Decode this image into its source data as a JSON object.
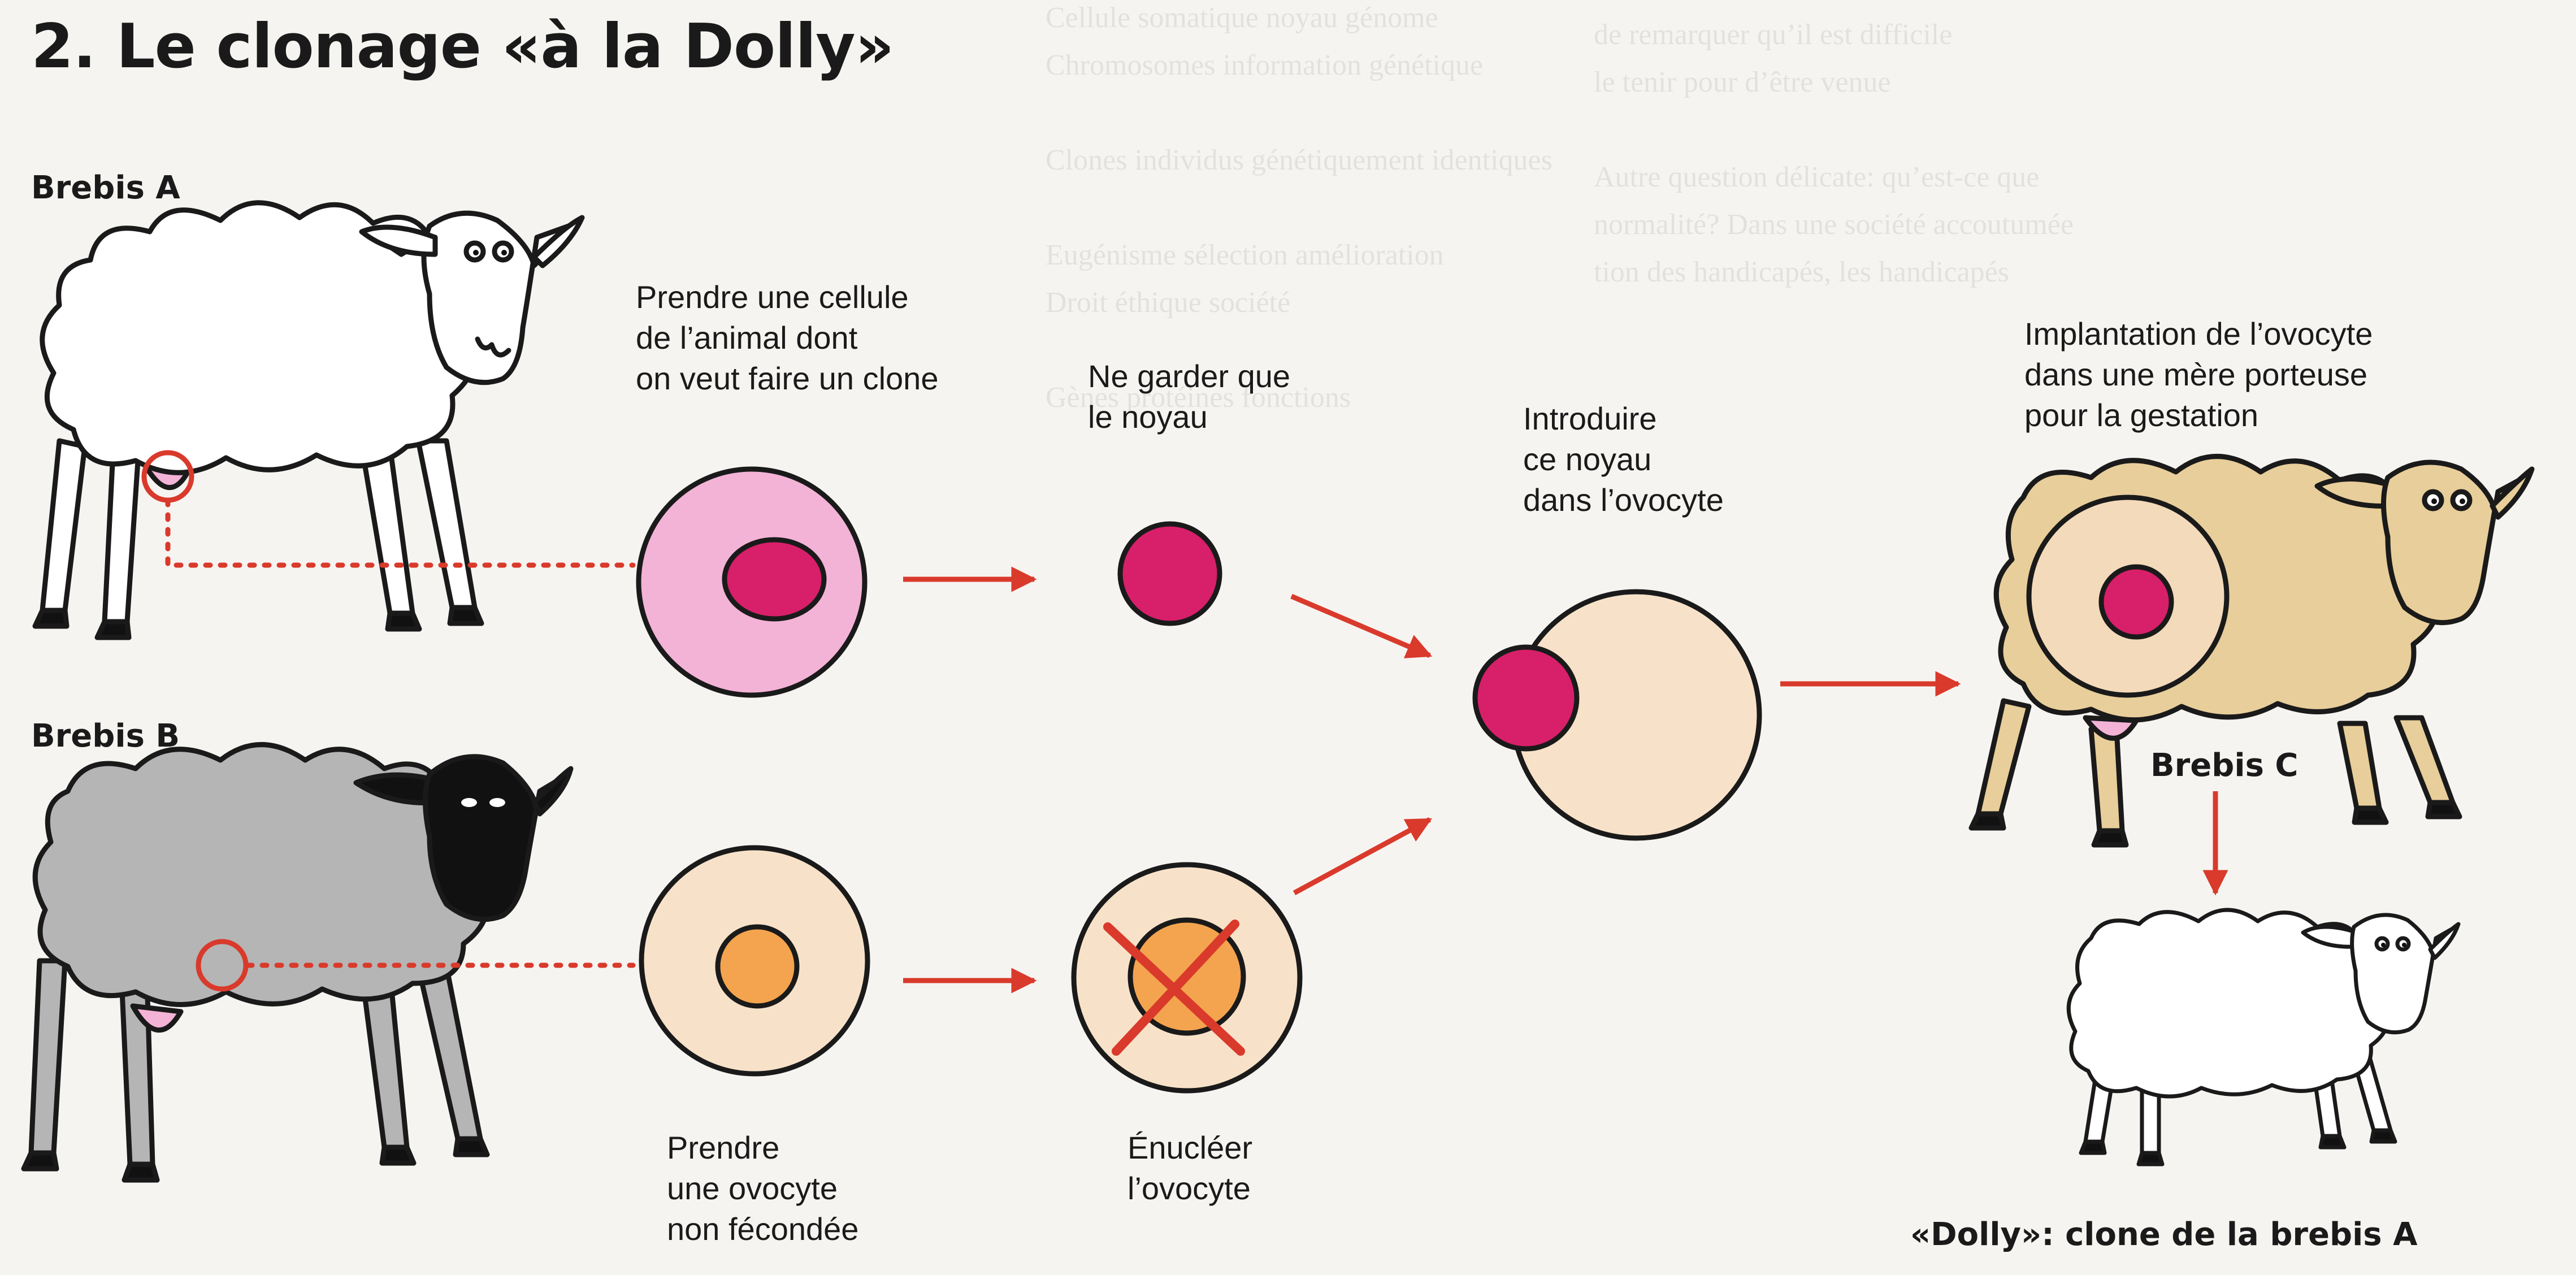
{
  "title": "2. Le clonage «à la Dolly»",
  "labels": {
    "brebis_a": "Brebis A",
    "brebis_b": "Brebis B",
    "brebis_c": "Brebis C",
    "dolly": "«Dolly»: clone de la brebis A"
  },
  "steps": {
    "prendre_cellule": "Prendre une cellule\nde l’animal dont\non veut faire un clone",
    "garder_noyau": "Ne garder que\nle noyau",
    "introduire": "Introduire\nce noyau\ndans l’ovocyte",
    "implantation": "Implantation de l’ovocyte\ndans une mère porteuse\npour la gestation",
    "prendre_ovocyte": "Prendre\nune ovocyte\nnon fécondée",
    "enucleer": "Énucléer\nl’ovocyte"
  },
  "colors": {
    "arrow": "#d93a2b",
    "nucleus": "#d81f6a",
    "cell_pink": "#f3b3d6",
    "oocyte": "#f7e2c9",
    "oocyte_nucleus": "#f4a44e",
    "sheep_gray": "#b5b5b5",
    "sheep_tan": "#e8ce9a"
  }
}
